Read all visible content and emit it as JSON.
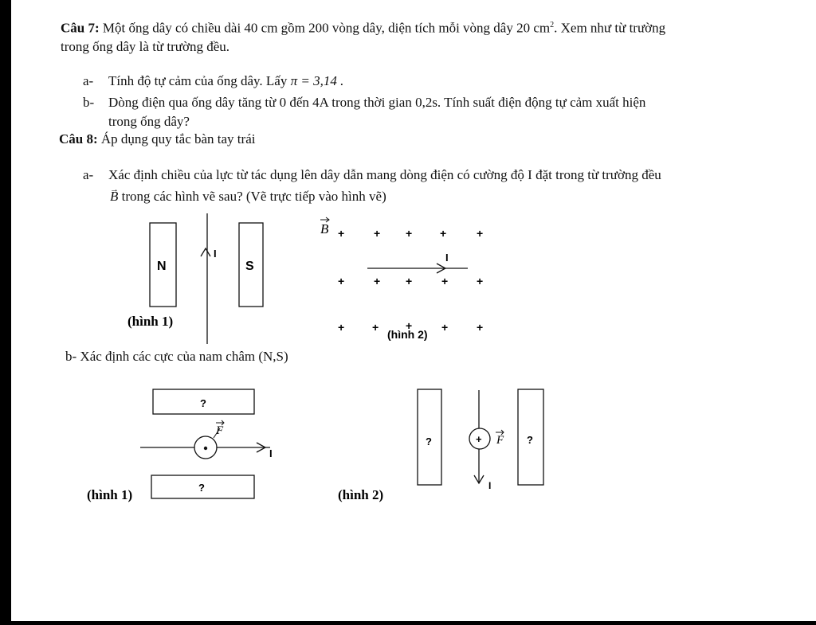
{
  "q7": {
    "label": "Câu 7:",
    "text_line1": " Một ống dây có chiều dài 40 cm gồm 200 vòng dây, diện tích mỗi vòng dây 20 cm",
    "sup": "2",
    "text_line1_end": ". Xem như từ trường",
    "text_line2": "trong ống dây là từ trường đều.",
    "a_marker": "a-",
    "a_text": "Tính độ tự cảm của ống dây. Lấy",
    "a_pi": "π = 3,14 .",
    "b_marker": "b-",
    "b_text_line1": "Dòng điện qua ống dây tăng từ 0 đến 4A trong thời gian 0,2s. Tính suất điện động tự cảm xuất hiện",
    "b_text_line2": "trong ống dây?"
  },
  "q8": {
    "label": "Câu 8:",
    "title": " Áp dụng quy tắc bàn tay trái",
    "a_marker": "a-",
    "a_text_line1": "Xác định chiều của lực từ tác dụng lên dây dẫn mang dòng điện có cường độ I đặt trong từ trường đều",
    "a_text_line2": "trong các hình vẽ sau? (Vẽ trực tiếp vào hình vẽ)",
    "b_symbol": "B",
    "b_text": "b- Xác định các cực của nam châm (N,S)"
  },
  "fig_a1": {
    "north": "N",
    "south": "S",
    "current": "I",
    "caption": "(hình 1)"
  },
  "fig_a2": {
    "field": "B",
    "plus": "+",
    "current": "I",
    "caption": "(hình 2)"
  },
  "fig_b1": {
    "unknown_top": "?",
    "unknown_bottom": "?",
    "force": "F",
    "current": "I",
    "caption": "(hình 1)"
  },
  "fig_b2": {
    "unknown_left": "?",
    "unknown_right": "?",
    "force": "F",
    "current": "I",
    "caption": "(hình 2)"
  }
}
